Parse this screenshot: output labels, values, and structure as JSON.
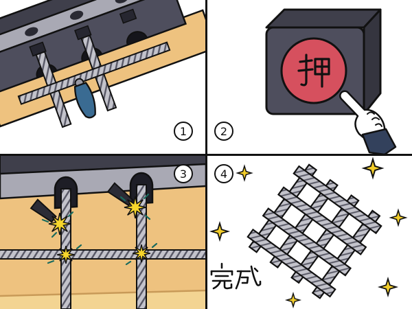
{
  "panels": {
    "step1": {
      "number": "1"
    },
    "step2": {
      "number": "2",
      "button_label": "押"
    },
    "step3": {
      "number": "3"
    },
    "step4": {
      "number": "4",
      "caption": "完成"
    }
  },
  "colors": {
    "ink": "#111111",
    "machine_front": "#4e4e5d",
    "machine_top": "#a9a9b4",
    "machine_dark": "#3f3f4b",
    "machine_side": "#35353f",
    "button_red": "#d6505e",
    "wood": "#eec27f",
    "wood_light": "#f3d492",
    "rebar_gray": "#c3c3cb",
    "handle_blue": "#3a6b92",
    "spark_yellow": "#f7d62c",
    "star_yellow": "#f2cd2a",
    "cuff_navy": "#33415c",
    "hand_white": "#ffffff"
  }
}
